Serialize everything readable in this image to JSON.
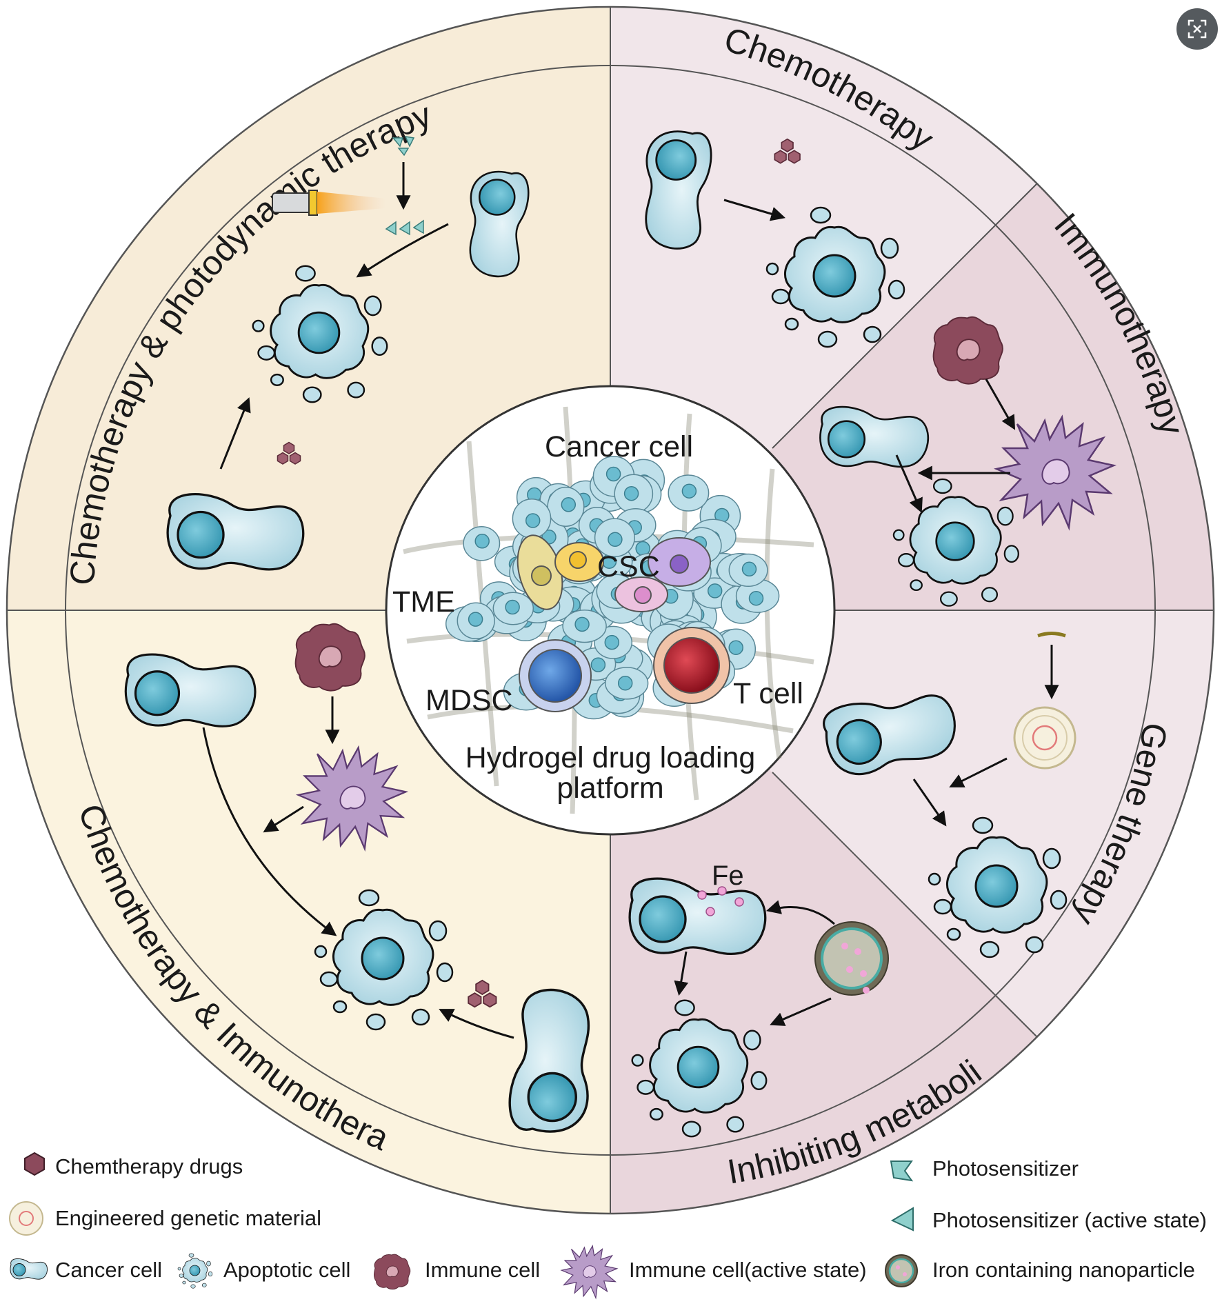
{
  "segments": {
    "chemo_pdt": "Chemotherapy & photodynamic therapy",
    "chemotherapy": "Chemotherapy",
    "immunotherapy": "Immunotherapy",
    "gene_therapy": "Gene therapy",
    "inhibiting_metabolism": "Inhibiting metabolism",
    "chemo_immuno": "Chemotherapy & Immunotherapy"
  },
  "center": {
    "cancer_cell": "Cancer cell",
    "csc": "CSC",
    "tme": "TME",
    "mdsc": "MDSC",
    "t_cell": "T cell",
    "platform_line1": "Hydrogel drug loading",
    "platform_line2": "platform"
  },
  "fe_label": "Fe",
  "legend": {
    "chemo_drugs": "Chemtherapy drugs",
    "genetic_material": "Engineered genetic material",
    "cancer_cell": "Cancer cell",
    "apoptotic_cell": "Apoptotic cell",
    "immune_cell": "Immune cell",
    "immune_cell_active": "Immune cell(active state)",
    "iron_nanoparticle": "Iron containing nanoparticle",
    "photosensitizer": "Photosensitizer",
    "photosensitizer_active": "Photosensitizer (active state)"
  },
  "colors": {
    "left_sector": "#f7ecd8",
    "chemo_sector": "#f1e6ea",
    "immuno_sector": "#e9d6dc",
    "cell_fill": "#bfe0ea",
    "nucleus_fill": "#5ab2c8",
    "immune_fill": "#8a4a5a",
    "active_immune_fill": "#b89cc8"
  },
  "expand_icon": "expand-icon"
}
